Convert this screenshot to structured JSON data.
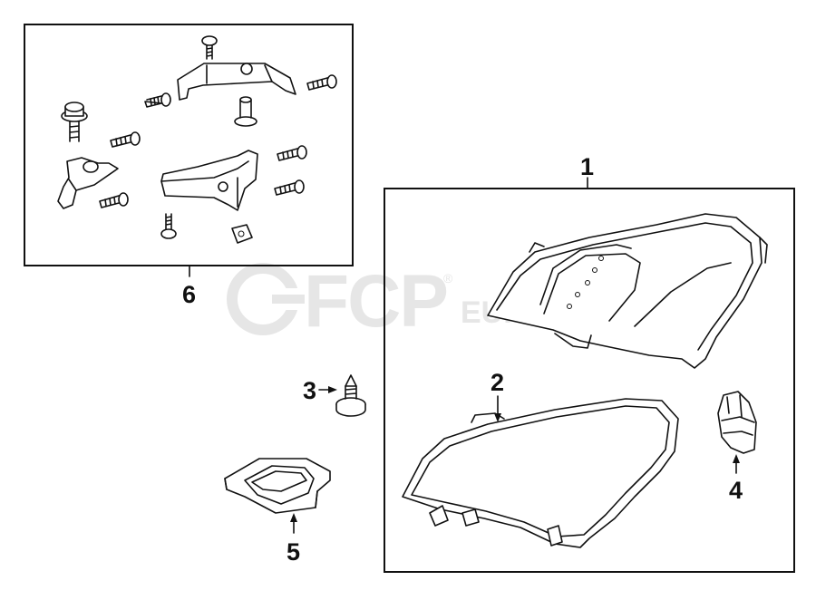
{
  "callouts": {
    "c1": "1",
    "c2": "2",
    "c3": "3",
    "c4": "4",
    "c5": "5",
    "c6": "6"
  },
  "watermark": {
    "brand": "FCP",
    "suffix": "EURO",
    "registered": "®"
  }
}
